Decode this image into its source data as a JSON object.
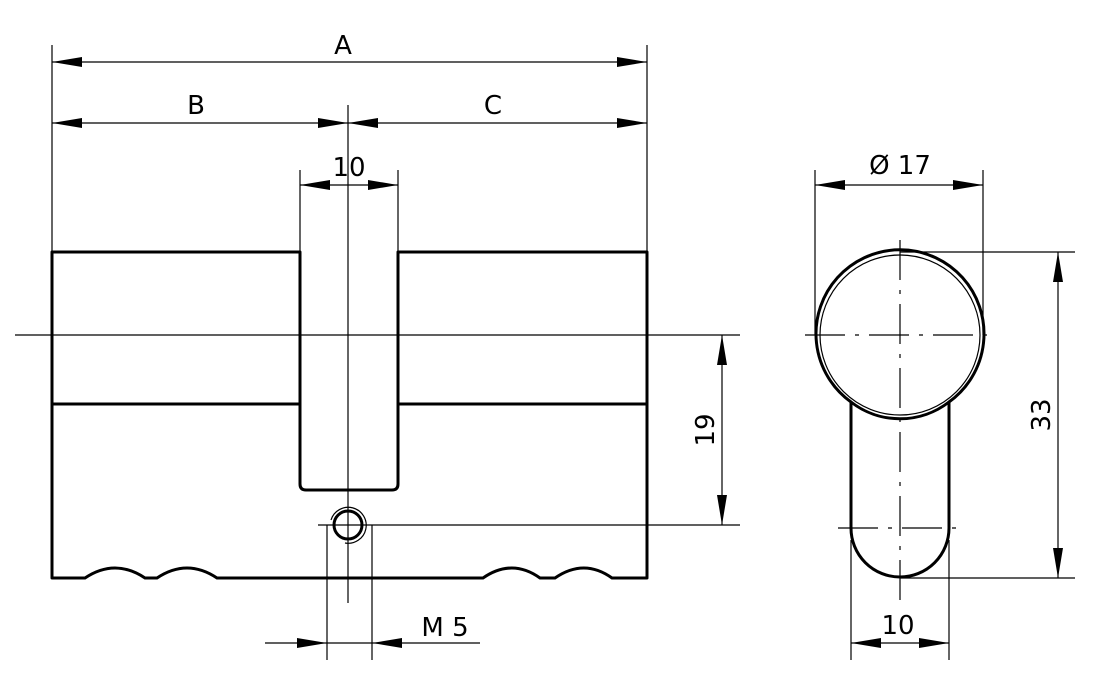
{
  "title": "Lock cylinder dimension drawing",
  "dimensions": {
    "overall_length": "A",
    "left_length": "B",
    "right_length": "C",
    "cam_width": "10",
    "screw_offset": "19",
    "screw_thread": "M 5",
    "diameter": "Ø 17",
    "height": "33",
    "stem_width": "10"
  },
  "colors": {
    "line": "#000000",
    "background": "#ffffff"
  }
}
